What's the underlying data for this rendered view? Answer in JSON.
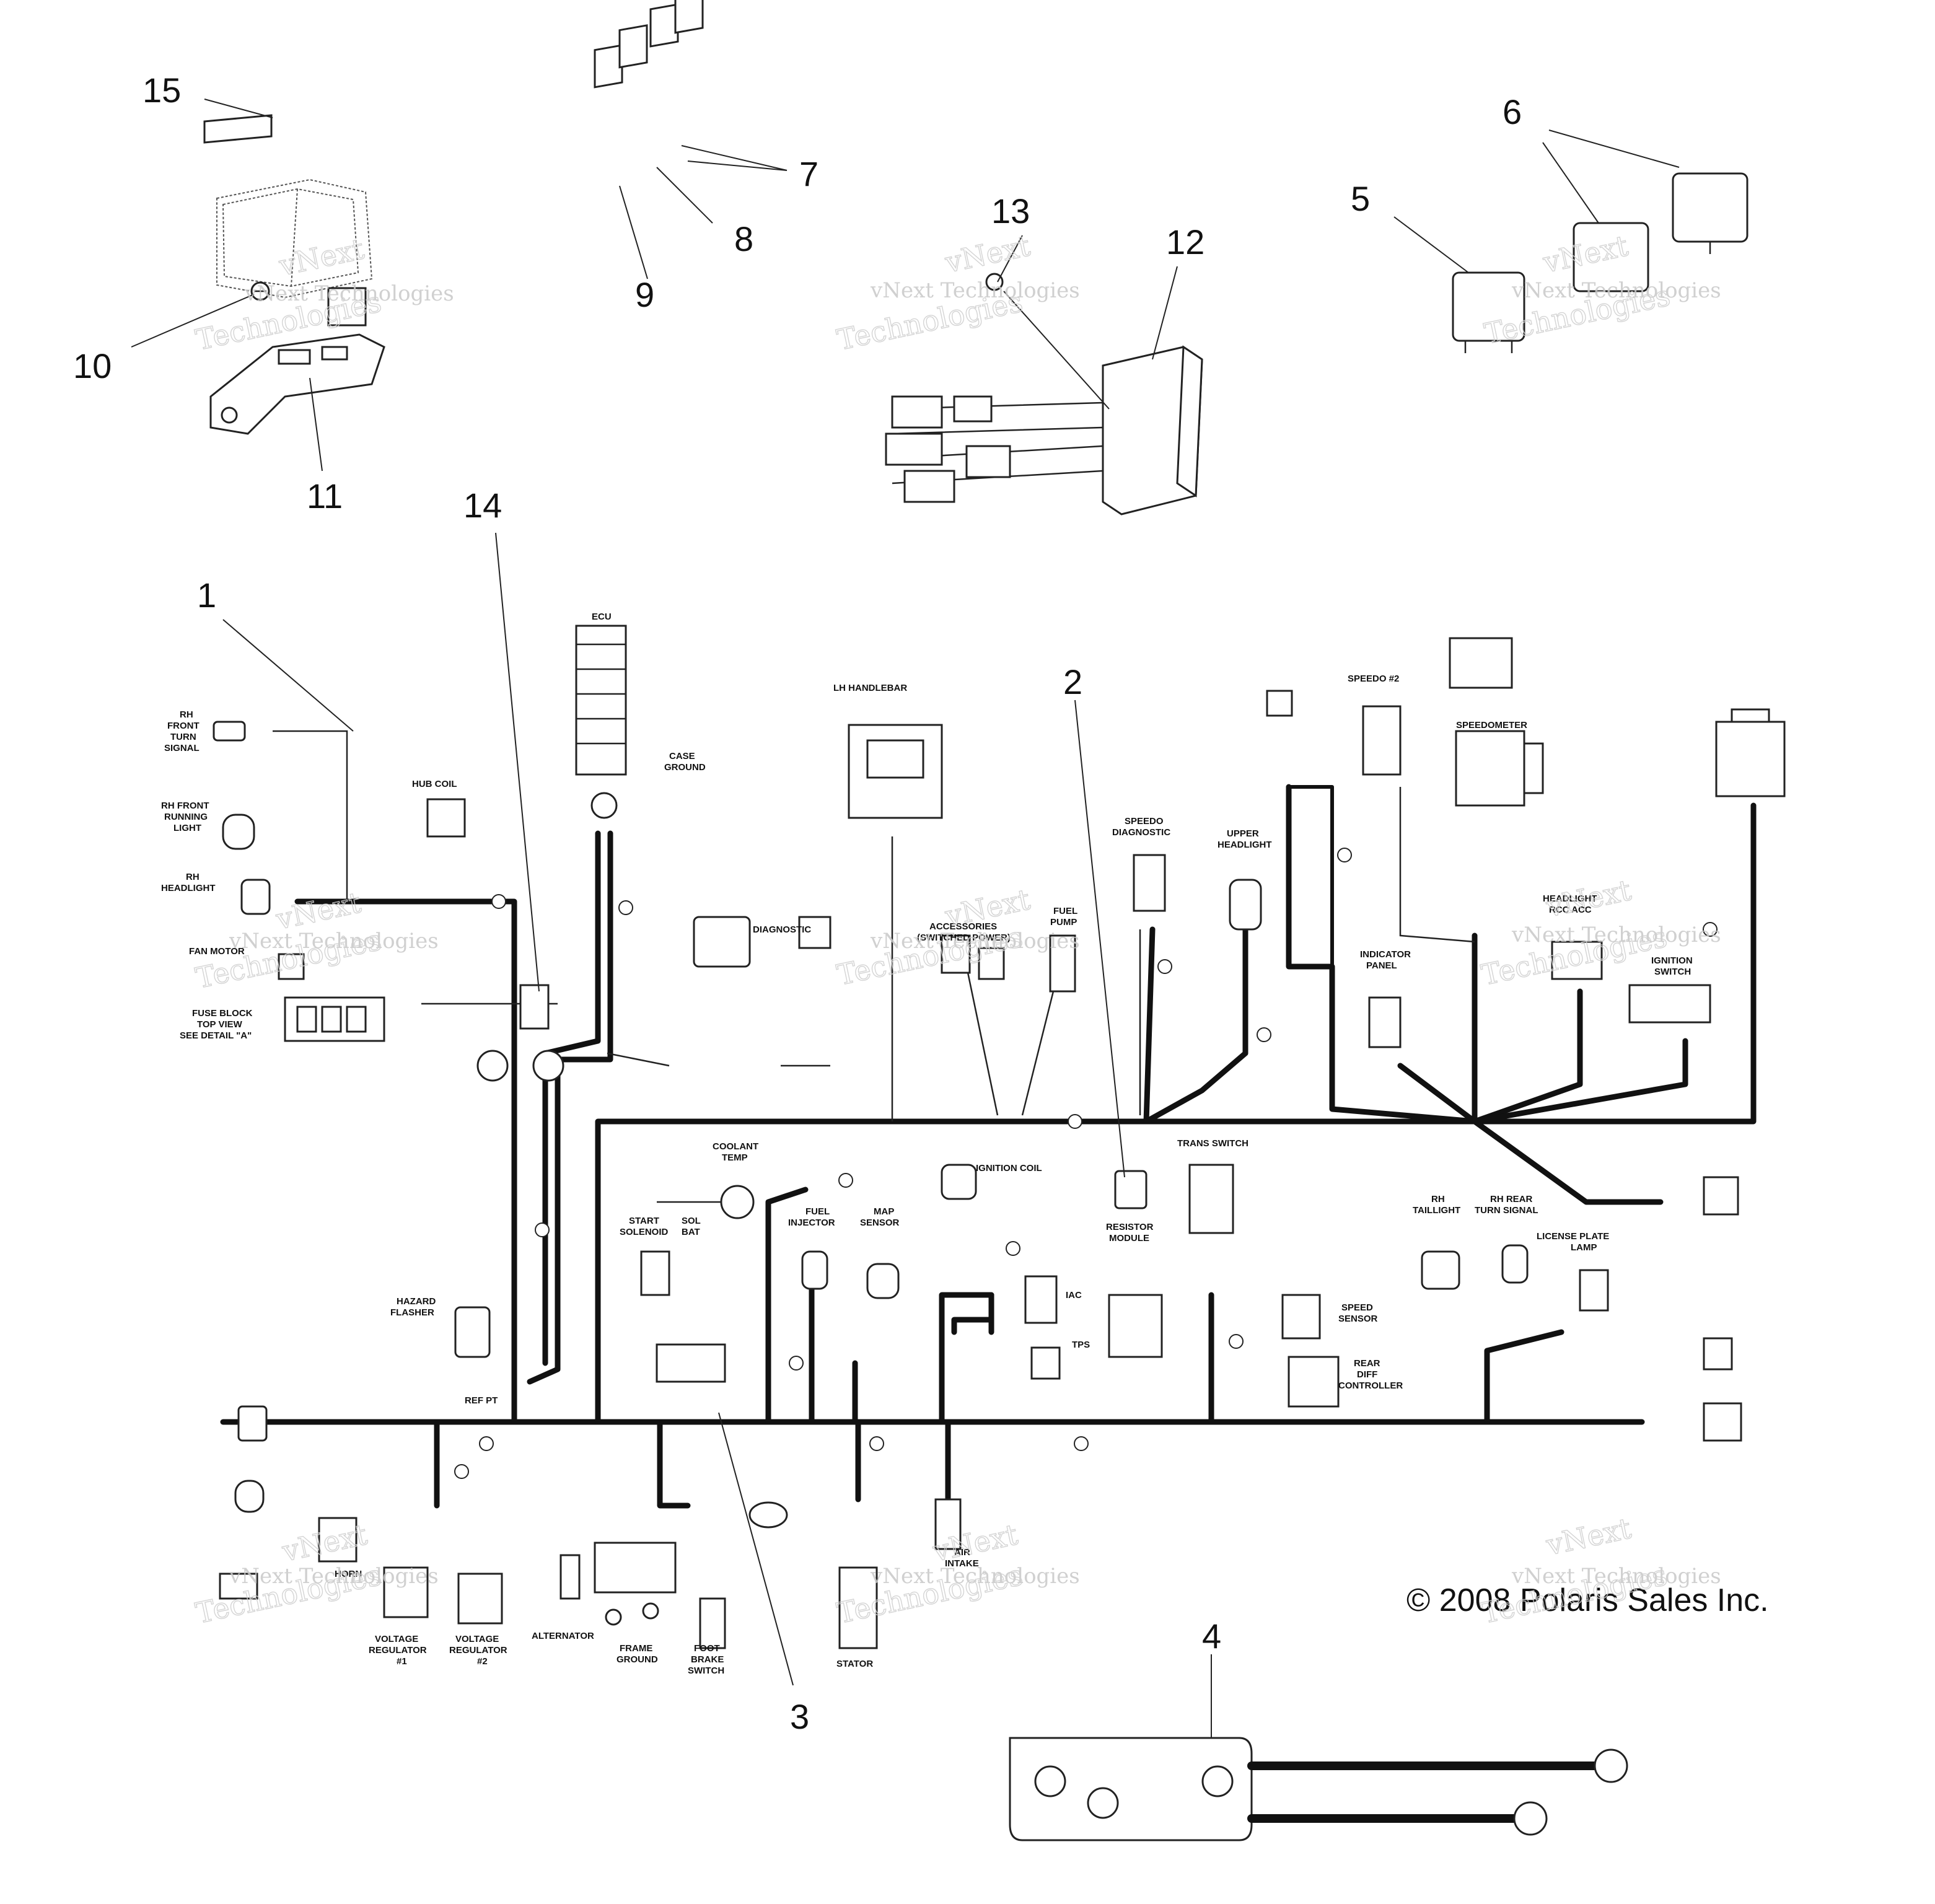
{
  "copyright": "© 2008 Polaris Sales Inc.",
  "watermark": {
    "line1": "vNext Technologies",
    "line2": "vNext",
    "line3": "Technologies"
  },
  "callouts": {
    "c1": "1",
    "c2": "2",
    "c3": "3",
    "c4": "4",
    "c5": "5",
    "c6": "6",
    "c7": "7",
    "c8": "8",
    "c9": "9",
    "c10": "10",
    "c11": "11",
    "c12": "12",
    "c13": "13",
    "c14": "14",
    "c15": "15"
  },
  "labels": {
    "ecu": "ECU",
    "case_ground_1": "CASE",
    "case_ground_2": "GROUND",
    "diagnostic": "DIAGNOSTIC",
    "lh_handlebar": "LH HANDLEBAR",
    "accessories_1": "ACCESSORIES",
    "accessories_2": "(SWITCHED POWER)",
    "fuel_pump_1": "FUEL",
    "fuel_pump_2": "PUMP",
    "speedo_diag_1": "SPEEDO",
    "speedo_diag_2": "DIAGNOSTIC",
    "upper_headlight_1": "UPPER",
    "upper_headlight_2": "HEADLIGHT",
    "speedo2": "SPEEDO #2",
    "speedometer": "SPEEDOMETER",
    "indicator_1": "INDICATOR",
    "indicator_2": "PANEL",
    "headlight_aux_1": "HEADLIGHT",
    "headlight_aux_2": "RCC ACC",
    "ignition_sw_1": "IGNITION",
    "ignition_sw_2": "SWITCH",
    "rh_front_turn_1": "RH",
    "rh_front_turn_2": "FRONT",
    "rh_front_turn_3": "TURN",
    "rh_front_turn_4": "SIGNAL",
    "rh_front_run_1": "RH FRONT",
    "rh_front_run_2": "RUNNING",
    "rh_front_run_3": "LIGHT",
    "rh_headlight_1": "RH",
    "rh_headlight_2": "HEADLIGHT",
    "fan_motor": "FAN MOTOR",
    "fuse_block_1": "FUSE BLOCK",
    "fuse_block_2": "TOP VIEW",
    "fuse_block_3": "SEE DETAIL \"A\"",
    "hub_coil": "HUB COIL",
    "coolant_1": "COOLANT",
    "coolant_2": "TEMP",
    "ignition_coil": "IGNITION COIL",
    "start_sol_1": "START",
    "start_sol_2": "SOLENOID",
    "sol_bat_1": "SOL",
    "sol_bat_2": "BAT",
    "fuel_inj_1": "FUEL",
    "fuel_inj_2": "INJECTOR",
    "map_1": "MAP",
    "map_2": "SENSOR",
    "iac": "IAC",
    "tps": "TPS",
    "resistor_1": "RESISTOR",
    "resistor_2": "MODULE",
    "trans_switch": "TRANS SWITCH",
    "speed_sensor_1": "SPEED",
    "speed_sensor_2": "SENSOR",
    "rear_diff_1": "REAR",
    "rear_diff_2": "DIFF",
    "rear_diff_3": "CONTROLLER",
    "rh_tail_1": "RH",
    "rh_tail_2": "TAILLIGHT",
    "rh_rear_turn_1": "RH REAR",
    "rh_rear_turn_2": "TURN SIGNAL",
    "license_1": "LICENSE PLATE",
    "license_2": "LAMP",
    "hazard_1": "HAZARD",
    "hazard_2": "FLASHER",
    "ref_pt": "REF PT",
    "horn": "HORN",
    "volt_reg1_1": "VOLTAGE",
    "volt_reg1_2": "REGULATOR",
    "volt_reg1_3": "#1",
    "volt_reg2_1": "VOLTAGE",
    "volt_reg2_2": "REGULATOR",
    "volt_reg2_3": "#2",
    "alternator": "ALTERNATOR",
    "frame_ground_1": "FRAME",
    "frame_ground_2": "GROUND",
    "foot_brake_1": "FOOT",
    "foot_brake_2": "BRAKE",
    "foot_brake_3": "SWITCH",
    "stator": "STATOR",
    "air_intake_1": "AIR",
    "air_intake_2": "INTAKE"
  }
}
